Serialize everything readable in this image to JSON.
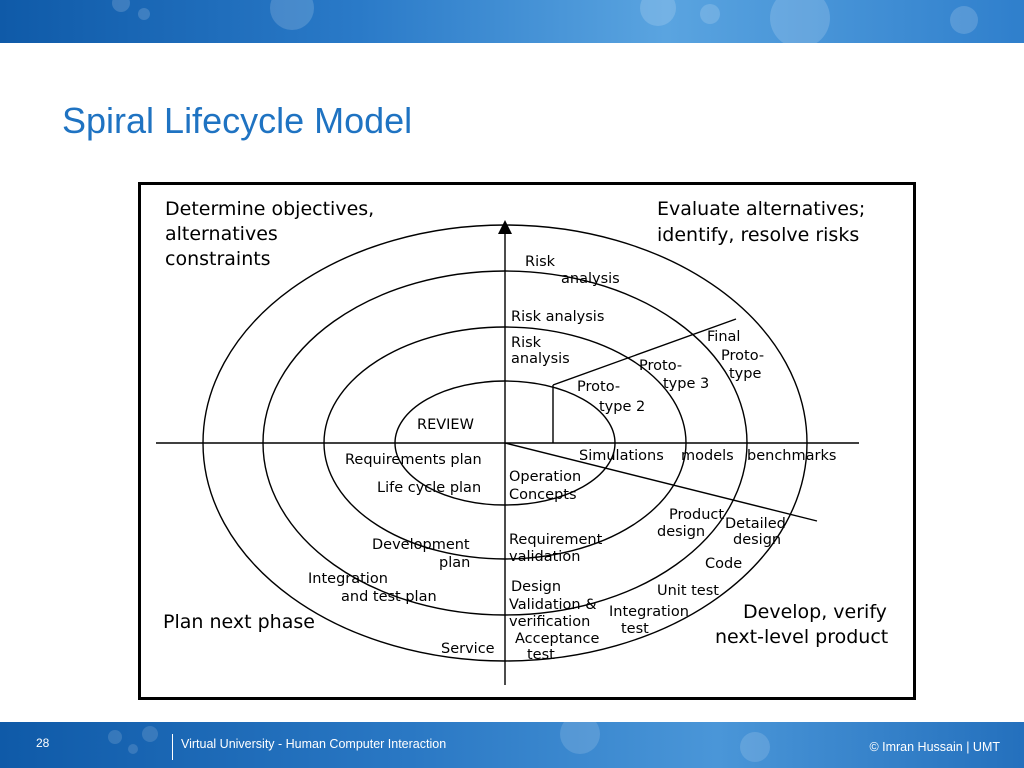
{
  "slide": {
    "title": "Spiral Lifecycle Model",
    "page_number": "28",
    "footer_left": "Virtual University - Human Computer Interaction",
    "footer_right": "© Imran Hussain | UMT"
  },
  "colors": {
    "title": "#1f73c2",
    "band": "#1a66b5"
  },
  "diagram": {
    "quadrants": {
      "top_left": [
        "Determine objectives,",
        "alternatives",
        "constraints"
      ],
      "top_right": [
        "Evaluate alternatives;",
        "identify, resolve risks"
      ],
      "bottom_left": [
        "Plan next phase"
      ],
      "bottom_right": [
        "Develop, verify",
        "next-level product"
      ]
    },
    "labels": {
      "risk_analysis_outer": [
        "Risk",
        "analysis"
      ],
      "risk_analysis_mid": "Risk analysis",
      "risk_analysis_inner": [
        "Risk",
        "analysis"
      ],
      "final_prototype": [
        "Final",
        "Proto-",
        "type"
      ],
      "prototype_3": [
        "Proto-",
        "type 3"
      ],
      "prototype_2": [
        "Proto-",
        "type 2"
      ],
      "review": "REVIEW",
      "simulations": "Simulations",
      "models": "models",
      "benchmarks": "benchmarks",
      "requirements_plan": "Requirements plan",
      "life_cycle_plan": "Life cycle plan",
      "operation_concepts": [
        "Operation",
        "Concepts"
      ],
      "development_plan": [
        "Development",
        "plan"
      ],
      "requirement_validation": [
        "Requirement",
        "validation"
      ],
      "product_design": [
        "Product",
        "design"
      ],
      "detailed_design": [
        "Detailed",
        "design"
      ],
      "code": "Code",
      "integration_test_plan": [
        "Integration",
        "and test plan"
      ],
      "design_validation": [
        "Design",
        "Validation &",
        "verification"
      ],
      "unit_test": "Unit test",
      "integration_test": [
        "Integration",
        "test"
      ],
      "acceptance_test": [
        "Acceptance",
        "test"
      ],
      "service": "Service"
    }
  }
}
